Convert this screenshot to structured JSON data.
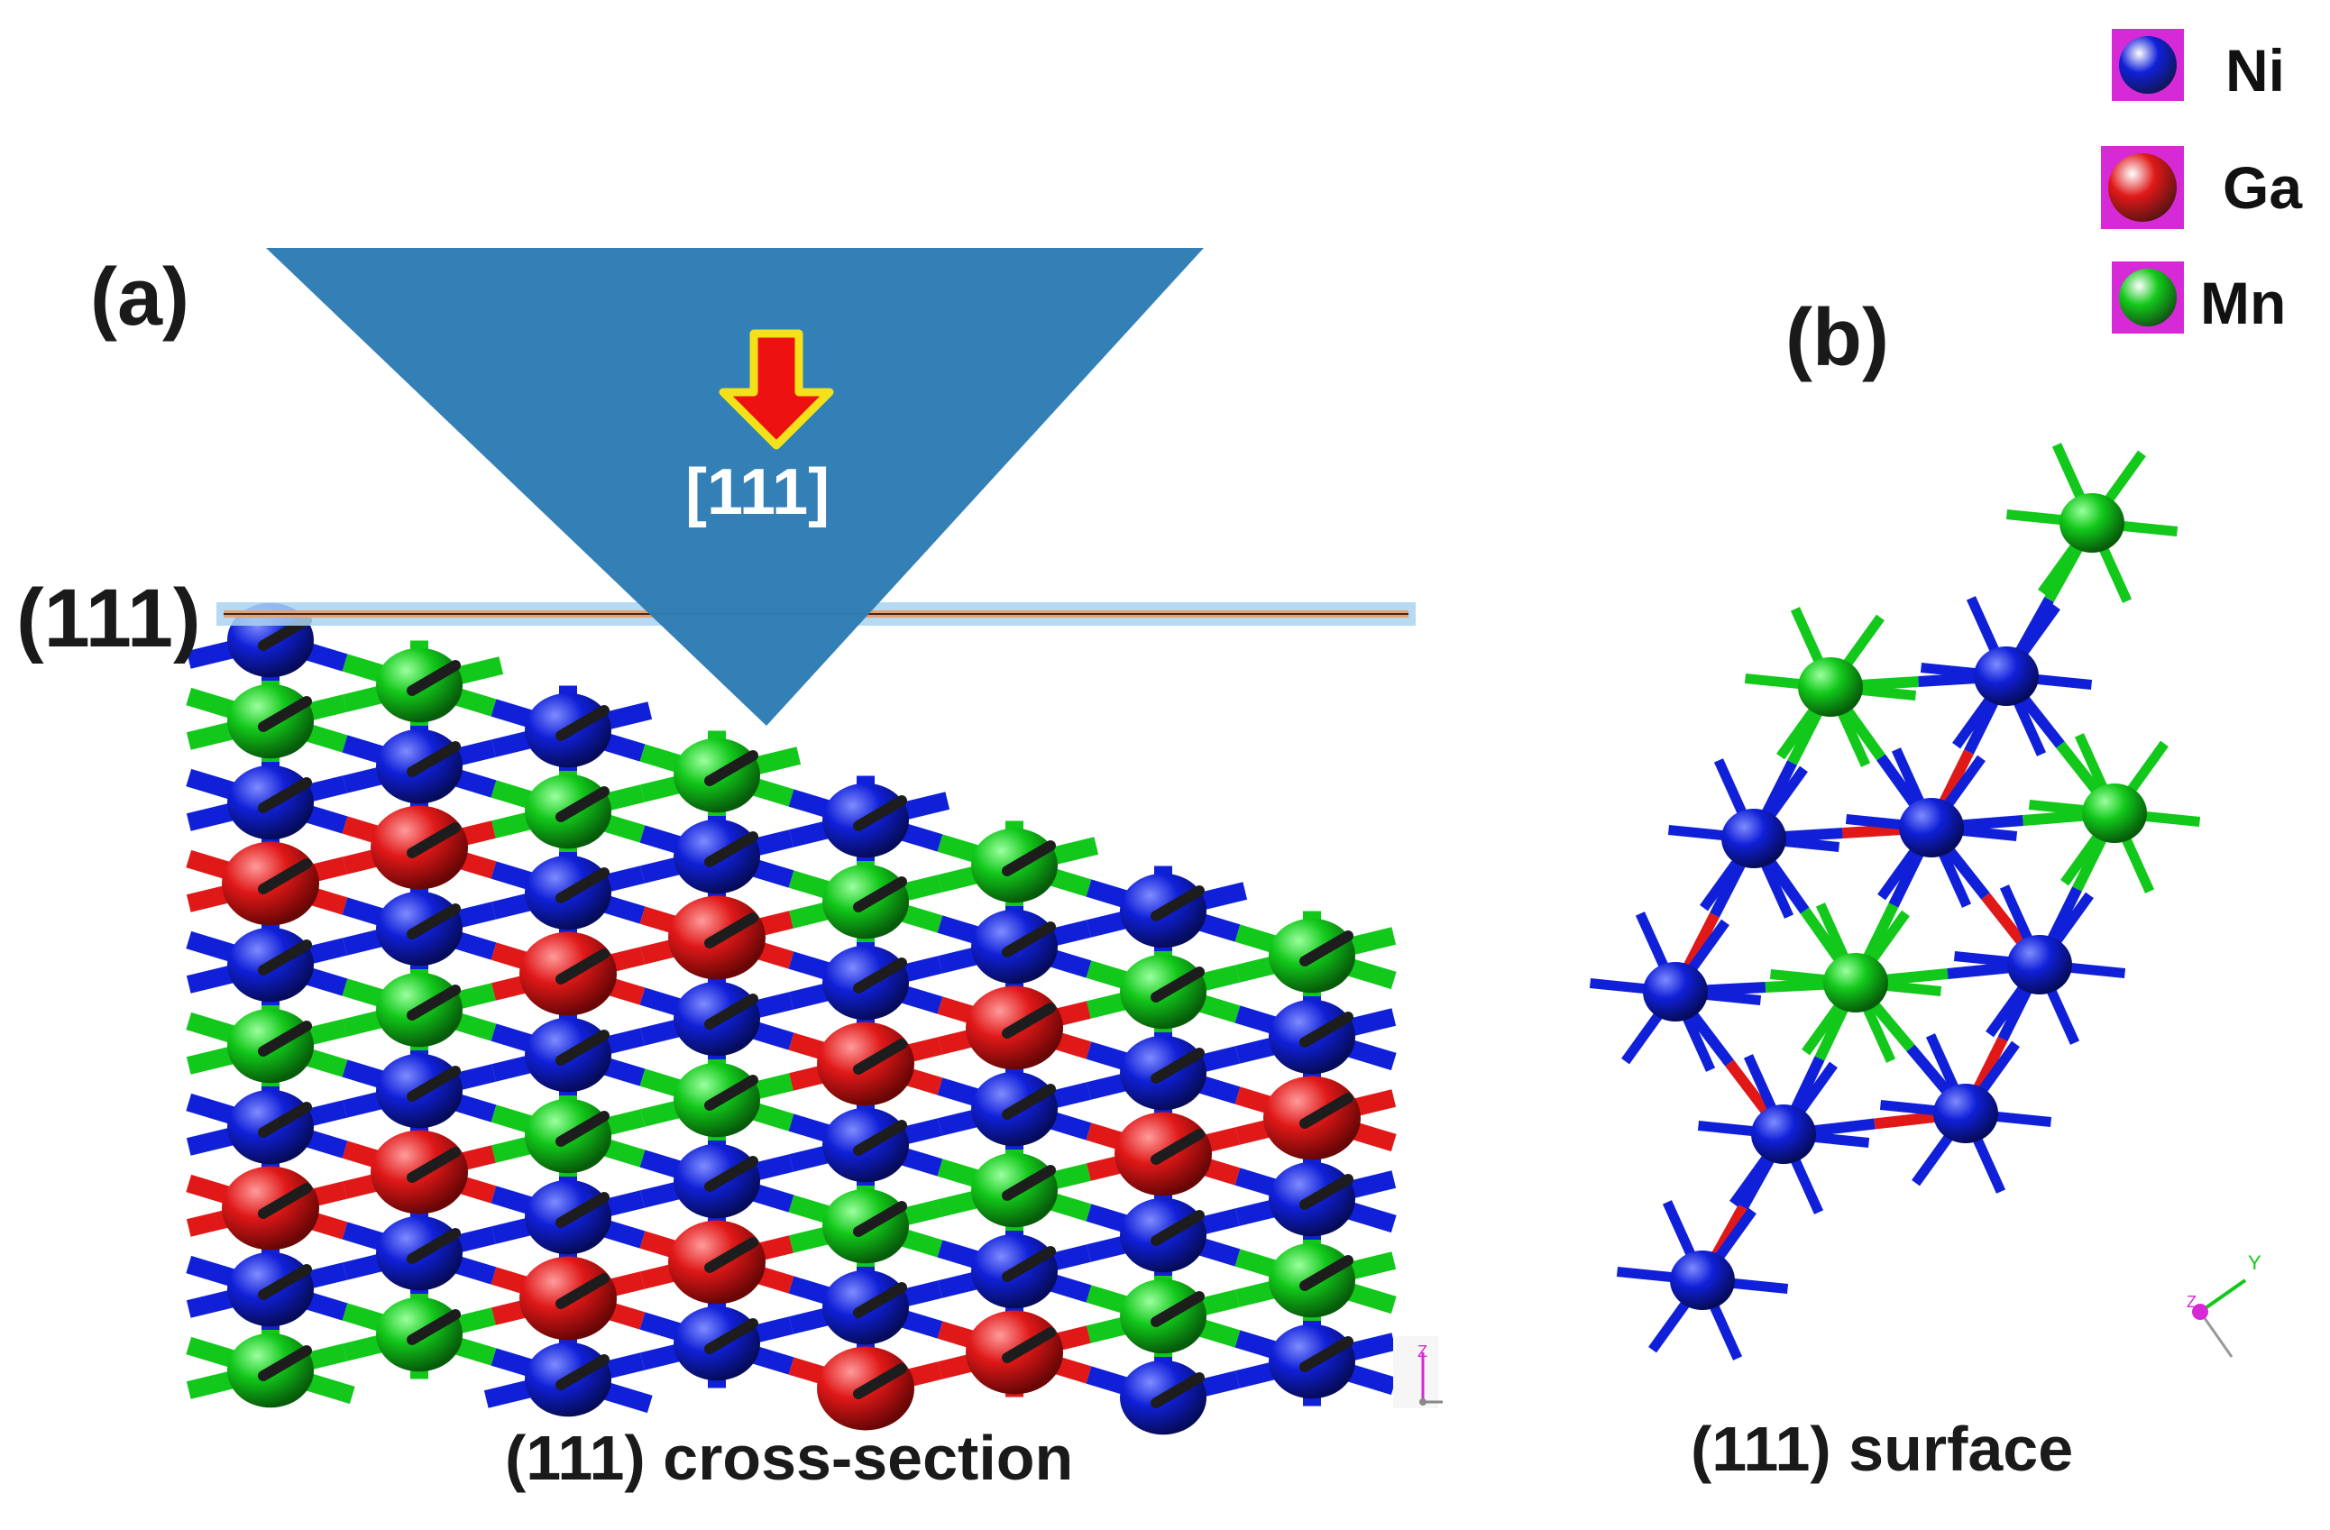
{
  "panels": {
    "a": {
      "label": "(a)",
      "caption": "(111) cross-section"
    },
    "b": {
      "label": "(b)",
      "caption": "(111) surface"
    }
  },
  "plane_label": "(111)",
  "indenter": {
    "direction_label": "[111]"
  },
  "legend": [
    {
      "element": "Ni",
      "color": "#1020d8"
    },
    {
      "element": "Ga",
      "color": "#e01818"
    },
    {
      "element": "Mn",
      "color": "#12c81a"
    }
  ],
  "colors": {
    "ni": "#1020d8",
    "ga": "#e01818",
    "mn": "#12c81a",
    "indenter": "#2f7db5",
    "arrow": "#ee1111",
    "arrow_outline": "#f3e21a",
    "legend_frame": "#d52ad5"
  },
  "axes_icons": {
    "a": [
      "Z"
    ],
    "b": [
      "Y",
      "Z"
    ]
  }
}
